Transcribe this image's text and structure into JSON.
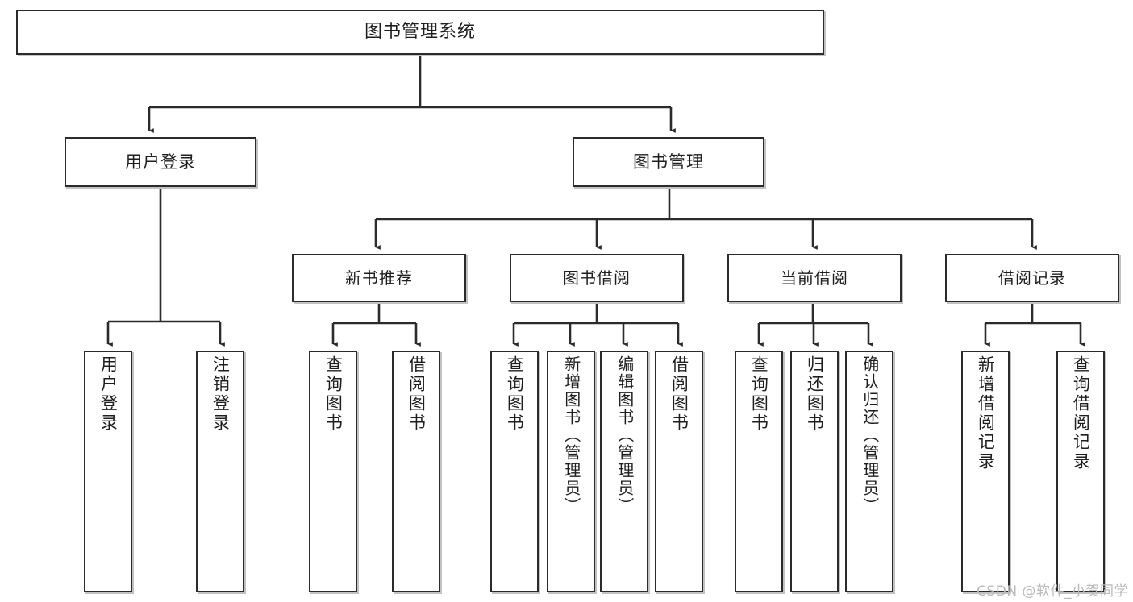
{
  "diagram": {
    "title": "图书管理系统",
    "type": "tree",
    "root": {
      "label": "图书管理系统"
    },
    "level2": [
      {
        "label": "用户登录"
      },
      {
        "label": "图书管理"
      }
    ],
    "level3": [
      {
        "label": "新书推荐"
      },
      {
        "label": "图书借阅"
      },
      {
        "label": "当前借阅"
      },
      {
        "label": "借阅记录"
      }
    ],
    "leaves": {
      "user_login": [
        {
          "label": "用户登录"
        },
        {
          "label": "注销登录"
        }
      ],
      "new_book_recommend": [
        {
          "label": "查询图书"
        },
        {
          "label": "借阅图书"
        }
      ],
      "book_borrow": [
        {
          "label": "查询图书"
        },
        {
          "label": "新增图书（管理员）"
        },
        {
          "label": "编辑图书（管理员）"
        },
        {
          "label": "借阅图书"
        }
      ],
      "current_borrow": [
        {
          "label": "查询图书"
        },
        {
          "label": "归还图书"
        },
        {
          "label": "确认归还（管理员）"
        }
      ],
      "borrow_record": [
        {
          "label": "新增借阅记录"
        },
        {
          "label": "查询借阅记录"
        }
      ]
    }
  },
  "watermark": {
    "text": "CSDN @软件_小贺同学"
  },
  "colors": {
    "border": "#2b2b2b",
    "text": "#1f1f1f",
    "background": "#ffffff",
    "watermark": "#b9b9b9"
  }
}
